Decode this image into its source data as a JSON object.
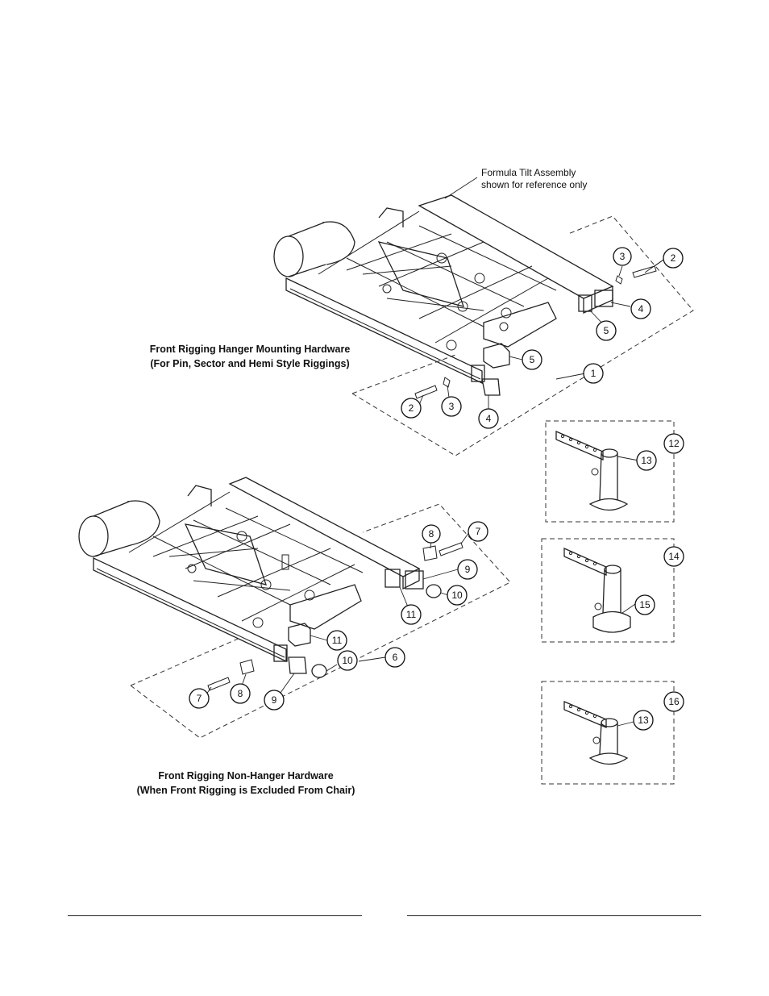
{
  "note": {
    "line1": "Formula Tilt Assembly",
    "line2": "shown for reference only"
  },
  "captions": {
    "hanger": {
      "line1": "Front Rigging Hanger Mounting Hardware",
      "line2": "(For Pin, Sector and Hemi Style Riggings)"
    },
    "non_hanger": {
      "line1": "Front Rigging Non-Hanger Hardware",
      "line2": "(When Front Rigging is Excluded From Chair)"
    }
  },
  "callouts": {
    "top": [
      "3",
      "2",
      "4",
      "5",
      "5",
      "1",
      "2",
      "3",
      "4"
    ],
    "right": [
      "13",
      "12",
      "14",
      "15",
      "16",
      "13"
    ],
    "bottom": [
      "8",
      "7",
      "9",
      "10",
      "11",
      "11",
      "10",
      "6",
      "7",
      "8",
      "9"
    ]
  }
}
